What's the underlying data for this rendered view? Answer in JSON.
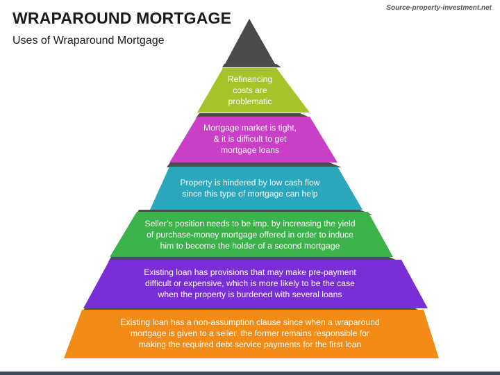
{
  "header": {
    "title": "WRAPAROUND MORTGAGE",
    "subtitle": "Uses of Wraparound Mortgage",
    "source": "Source-property-investment.net"
  },
  "tiers": [
    {
      "lines": [
        "Refinancing",
        "costs are",
        "problematic"
      ],
      "color": "#a6c429"
    },
    {
      "lines": [
        "Mortgage market is tight,",
        "& it is difficult to get",
        "mortgage loans"
      ],
      "color": "#c93fc6"
    },
    {
      "lines": [
        "Property is hindered by low cash flow",
        "since this type of mortgage can help"
      ],
      "color": "#2aa7bc"
    },
    {
      "lines": [
        "Seller’s position needs to be imp. by increasing the yield",
        "of purchase-money mortgage offered in order to induce",
        "him to become the holder of a second mortgage"
      ],
      "color": "#3bb34a"
    },
    {
      "lines": [
        "Existing loan has provisions that may make pre-payment",
        "difficult or expensive, which is more likely to be the case",
        "when the property is burdened with several loans"
      ],
      "color": "#7a2ed6"
    },
    {
      "lines": [
        "Existing loan has a non-assumption clause since when a wraparound",
        "mortgage is given to a seller, the former remains responsible for",
        "making the required debt service payments for the first loan"
      ],
      "color": "#f28c16"
    }
  ],
  "colors": {
    "apex": "#4a4a4a",
    "shadow": "#3a3a3a",
    "footer": "#3c4a5c"
  }
}
